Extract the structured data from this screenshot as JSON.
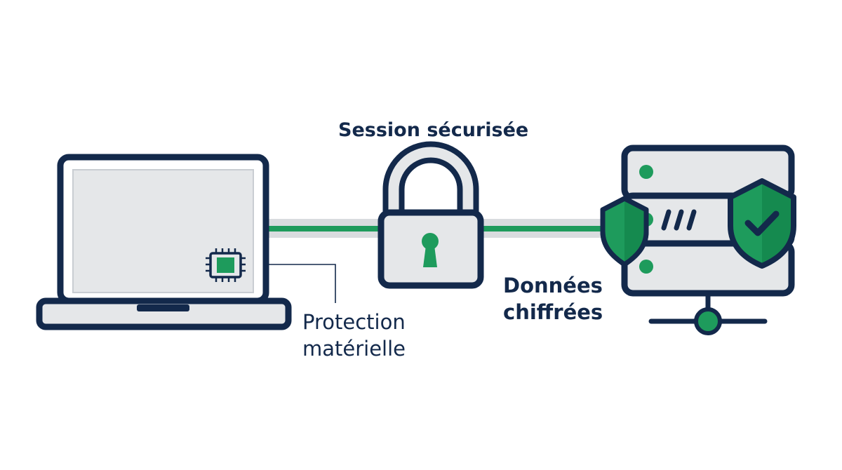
{
  "labels": {
    "title": "Session sécurisée",
    "hardware_line1": "Protection",
    "hardware_line2": "matérielle",
    "data_line1": "Données",
    "data_line2": "chiffrées"
  },
  "colors": {
    "navy": "#13294b",
    "green": "#1e9b5c",
    "light_gray": "#e5e7e9",
    "line_gray": "#d9dcdf"
  },
  "icons": [
    "laptop-icon",
    "chip-icon",
    "padlock-icon",
    "server-icon",
    "shield-icon",
    "shield-check-icon",
    "network-icon"
  ]
}
